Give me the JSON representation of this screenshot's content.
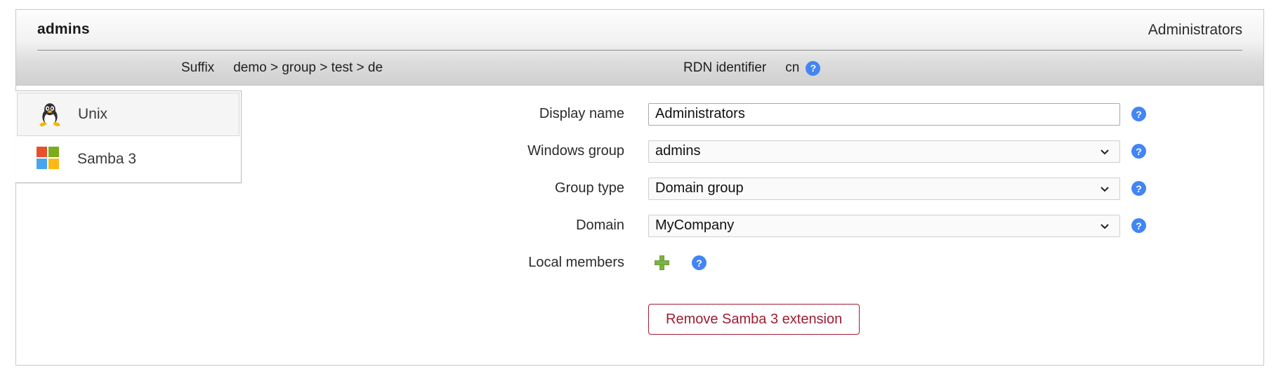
{
  "header": {
    "title": "admins",
    "right_title": "Administrators",
    "meta": [
      {
        "label": "Suffix",
        "value": "demo > group > test > de",
        "help": false,
        "name": "suffix"
      },
      {
        "label": "RDN identifier",
        "value": "cn",
        "help": true,
        "name": "rdn-identifier"
      }
    ],
    "help_glyph": "?"
  },
  "tabs": [
    {
      "label": "Unix",
      "icon": "tux-penguin-icon",
      "active": true
    },
    {
      "label": "Samba 3",
      "icon": "windows-logo-icon",
      "active": false
    }
  ],
  "form": {
    "rows": [
      {
        "label": "Display name",
        "value": "Administrators",
        "type": "text",
        "help": true
      },
      {
        "label": "Windows group",
        "value": "admins",
        "type": "select",
        "help": true
      },
      {
        "label": "Group type",
        "value": "Domain group",
        "type": "select",
        "help": true
      },
      {
        "label": "Domain",
        "value": "MyCompany",
        "type": "select",
        "help": true
      }
    ],
    "local_members": {
      "label": "Local members",
      "add_icon": "plus-icon",
      "help": true
    }
  },
  "actions": {
    "remove_label": "Remove Samba 3 extension"
  },
  "colors": {
    "help_blue": "#4285f4",
    "plus_green": "#7cb342",
    "remove_red": "#a01c32"
  }
}
